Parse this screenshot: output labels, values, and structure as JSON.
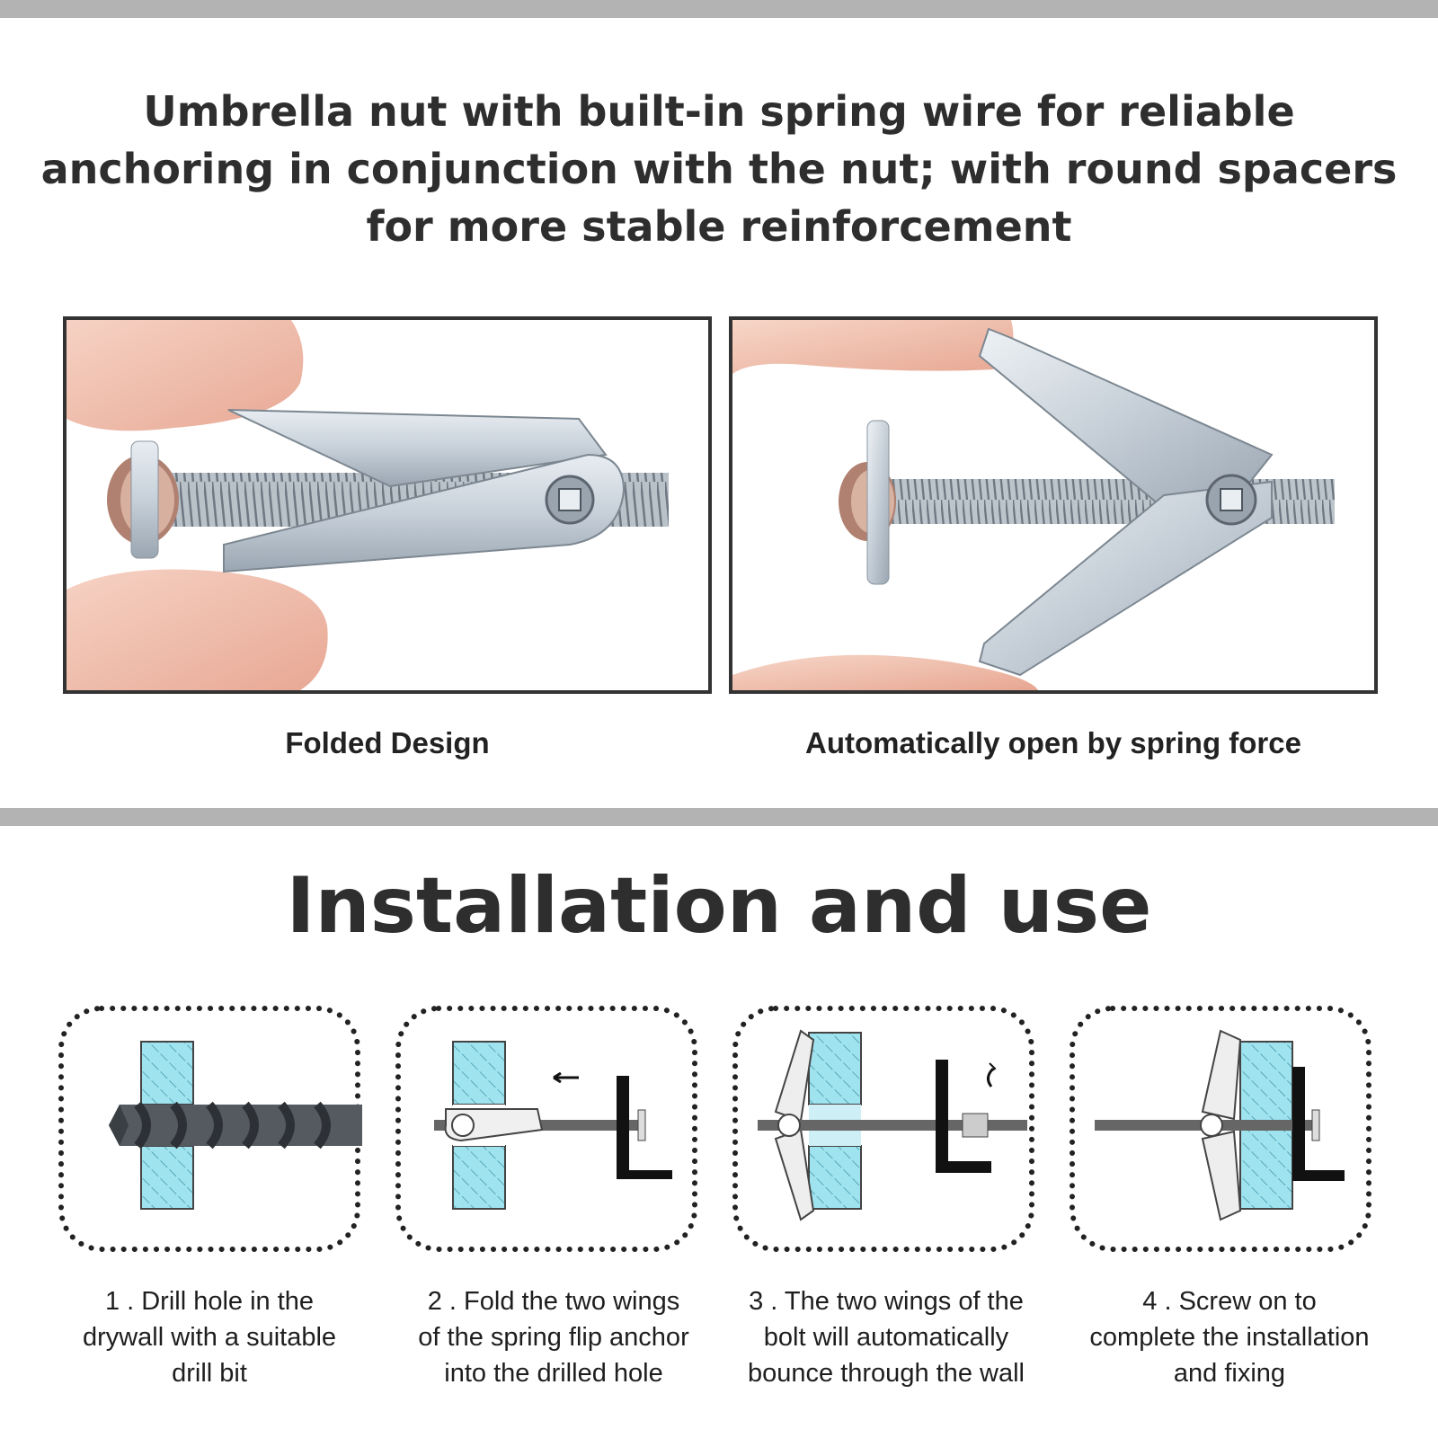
{
  "header": {
    "headline_lines": [
      "Umbrella nut with built-in spring wire for reliable",
      "anchoring in conjunction with the nut; with round spacers",
      "for more stable reinforcement"
    ]
  },
  "photos": [
    {
      "caption": "Folded Design"
    },
    {
      "caption": "Automatically open by spring force"
    }
  ],
  "installation": {
    "title": "Installation and use",
    "steps": [
      {
        "lines": [
          "1 . Drill hole in the",
          "drywall with a suitable",
          "drill bit"
        ]
      },
      {
        "lines": [
          "2 . Fold the two wings",
          "of the spring flip anchor",
          "into the drilled hole"
        ]
      },
      {
        "lines": [
          "3 . The two wings of the",
          "bolt will automatically",
          "bounce through the wall"
        ]
      },
      {
        "lines": [
          "4 . Screw on to",
          "complete the installation",
          "and fixing"
        ]
      }
    ]
  },
  "colors": {
    "divider": "#b3b3b3",
    "wall": "#9fe3ef",
    "text": "#2e2e2e"
  }
}
